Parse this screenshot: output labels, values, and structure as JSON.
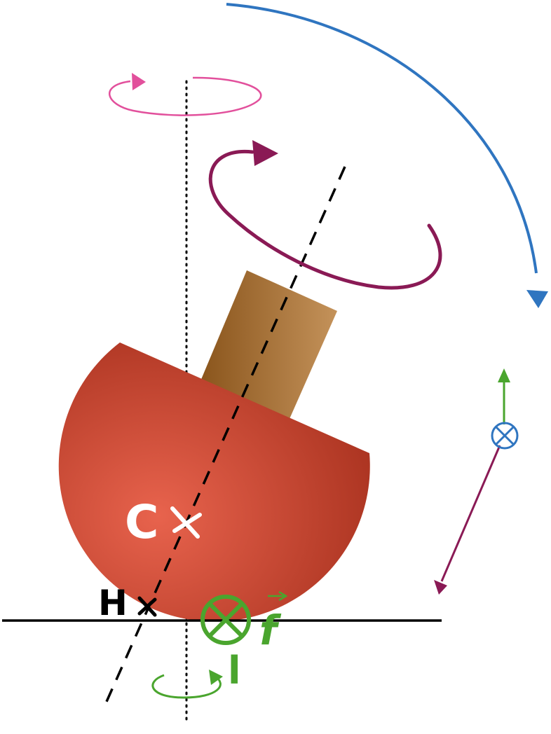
{
  "labels": {
    "center": "C",
    "contact": "H",
    "friction_vector": "f",
    "axis_label": "l"
  },
  "colors": {
    "body_light": "#e8634d",
    "body_dark": "#a9321f",
    "handle_light": "#c4925a",
    "handle_dark": "#8a551c",
    "pink_rotation": "#e2509c",
    "magenta_spin": "#8a1a55",
    "blue_fall": "#2f75c0",
    "green_friction": "#4aa52e",
    "ground": "#000000"
  }
}
